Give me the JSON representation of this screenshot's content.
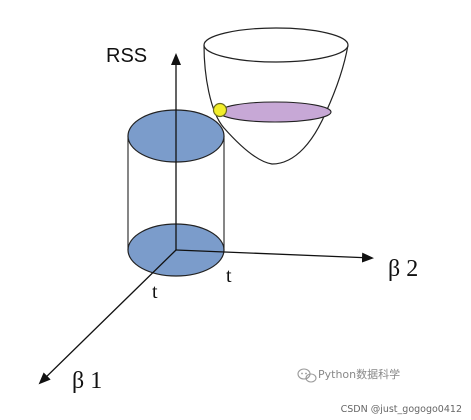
{
  "labels": {
    "y_axis": "RSS",
    "x_axis": "β 2",
    "z_axis": "β 1",
    "tick_front": "t",
    "tick_right": "t"
  },
  "watermark": {
    "brand": "Python数据科学",
    "icon": "wechat-icon"
  },
  "credit": "CSDN @just_gogogo0412",
  "colors": {
    "disk_fill": "#7b9ccb",
    "contour_fill": "#c7a8d6",
    "touch_point": "#f2ee2a",
    "line": "#111111"
  }
}
